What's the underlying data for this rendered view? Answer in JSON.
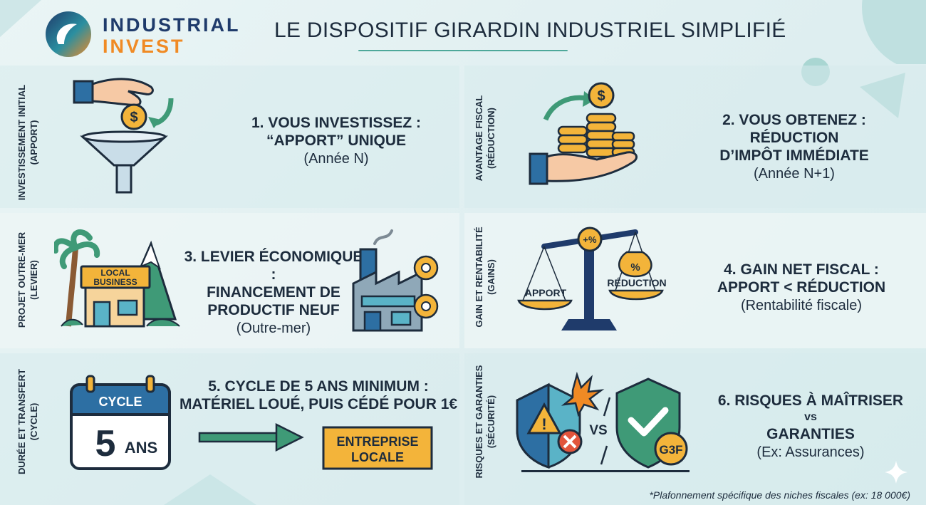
{
  "brand": {
    "line1": "INDUSTRIAL",
    "line2": "INVEST"
  },
  "header": {
    "title": "LE DISPOSITIF GIRARDIN INDUSTRIEL SIMPLIFIÉ"
  },
  "colors": {
    "navy": "#1f3b6b",
    "orange": "#f08a24",
    "teal": "#4ea89a",
    "gold": "#f3b43a",
    "green": "#3f9a77"
  },
  "steps": [
    {
      "side": [
        "INVESTISSEMENT INITIAL",
        "(APPORT)"
      ],
      "heading": [
        "1.  VOUS INVESTISSEZ :",
        "“APPORT” UNIQUE"
      ],
      "sub": "(Année N)",
      "icon": "hand-coin-funnel-icon"
    },
    {
      "side": [
        "AVANTAGE FISCAL",
        "(RÉDUCTION)"
      ],
      "heading": [
        "2. VOUS OBTENEZ :",
        "RÉDUCTION",
        "D’IMPÔT IMMÉDIATE"
      ],
      "sub": "(Année N+1)",
      "icon": "hand-coin-stack-icon"
    },
    {
      "side": [
        "PROJET OUTRE-MER",
        "(LEVIER)"
      ],
      "heading": [
        "3. LEVIER ÉCONOMIQUE :",
        "FINANCEMENT DE",
        "PRODUCTIF NEUF"
      ],
      "sub": "(Outre-mer)",
      "icon": "factory-icon",
      "shop_label": [
        "LOCAL",
        "BUSINESS"
      ]
    },
    {
      "side": [
        "GAIN ET RENTABILITÉ",
        "(GAINS)"
      ],
      "heading": [
        "4. GAIN NET FISCAL :",
        "APPORT < RÉDUCTION"
      ],
      "sub": "(Rentabilité fiscale)",
      "icon": "balance-scale-icon",
      "scale_left": "APPORT",
      "scale_right": "RÉDUCTION",
      "scale_top": "+%",
      "bag_label": "%"
    },
    {
      "side": [
        "DURÉE ET TRANSFERT",
        "(CYCLE)"
      ],
      "heading": [
        "5. CYCLE DE 5 ANS MINIMUM :",
        "MATÉRIEL LOUÉ, PUIS CÉDÉ POUR 1€"
      ],
      "sub": "",
      "icon": "calendar-icon",
      "calendar_top": "CYCLE",
      "calendar_num": "5",
      "calendar_unit": "ANS",
      "box_label": [
        "ENTREPRISE",
        "LOCALE"
      ]
    },
    {
      "side": [
        "RISQUES ET GARANTIES",
        "(SÉCURITÉ)"
      ],
      "heading": [
        "6. RISQUES À MAÎTRISER",
        "vs",
        "GARANTIES"
      ],
      "sub": "(Ex: Assurances)",
      "icon": "shield-icon",
      "vs": "VS",
      "badge": "G3F"
    }
  ],
  "footnote": "*Plafonnement spécifique des niches fiscales (ex: 18 000€)"
}
